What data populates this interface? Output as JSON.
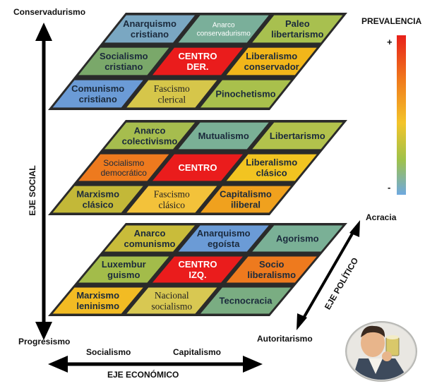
{
  "axes": {
    "top_left": "Conservadurismo",
    "bottom_left": "Progresismo",
    "social_axis": "EJE SOCIAL",
    "economic_left": "Socialismo",
    "economic_right": "Capitalismo",
    "economic_axis": "EJE ECONÓMICO",
    "political_top": "Acracia",
    "political_bottom": "Autoritarismo",
    "political_axis": "EJE POLÍTICO"
  },
  "legend": {
    "title": "PREVALENCIA",
    "plus": "+",
    "minus": "-",
    "colors": [
      "#e8201a",
      "#f07a1c",
      "#f3c42a",
      "#9fc24a",
      "#6fa9e0"
    ]
  },
  "layers": [
    {
      "rows": [
        [
          {
            "lines": [
              "Anarquismo",
              "cristiano"
            ],
            "color": "#7aa7c2"
          },
          {
            "lines": [
              "Anarco",
              "conservadurismo"
            ],
            "color": "#7aaf9a",
            "style": "small-white"
          },
          {
            "lines": [
              "Paleo",
              "libertarismo"
            ],
            "color": "#a8c04f"
          }
        ],
        [
          {
            "lines": [
              "Socialismo",
              "cristiano"
            ],
            "color": "#7aa86a"
          },
          {
            "lines": [
              "CENTRO",
              "DER."
            ],
            "color": "#ea1c1c",
            "style": "white"
          },
          {
            "lines": [
              "Liberalismo",
              "conservador"
            ],
            "color": "#f2b61a"
          }
        ],
        [
          {
            "lines": [
              "Comunismo",
              "cristiano"
            ],
            "color": "#6b9bd6"
          },
          {
            "lines": [
              "Fascismo",
              "clerical"
            ],
            "color": "#d6c64a",
            "style": "serif"
          },
          {
            "lines": [
              "Pinochetismo"
            ],
            "color": "#a9c04c"
          }
        ]
      ]
    },
    {
      "rows": [
        [
          {
            "lines": [
              "Anarco",
              "colectivismo"
            ],
            "color": "#a6bd4e"
          },
          {
            "lines": [
              "Mutualismo"
            ],
            "color": "#7ab096"
          },
          {
            "lines": [
              "Libertarismo"
            ],
            "color": "#b2c24c"
          }
        ],
        [
          {
            "lines": [
              "Socialismo",
              "democrático"
            ],
            "color": "#ee7a1e",
            "style": "normal"
          },
          {
            "lines": [
              "CENTRO"
            ],
            "color": "#ea1c1c",
            "style": "white"
          },
          {
            "lines": [
              "Liberalismo",
              "clásico"
            ],
            "color": "#f2c421"
          }
        ],
        [
          {
            "lines": [
              "Marxismo",
              "clásico"
            ],
            "color": "#c3b838"
          },
          {
            "lines": [
              "Fascismo",
              "clásico"
            ],
            "color": "#f3c23a",
            "style": "serif"
          },
          {
            "lines": [
              "Capitalismo",
              "iliberal"
            ],
            "color": "#f0a11e"
          }
        ]
      ]
    },
    {
      "rows": [
        [
          {
            "lines": [
              "Anarco",
              "comunismo"
            ],
            "color": "#c9bc3a"
          },
          {
            "lines": [
              "Anarquismo",
              "egoísta"
            ],
            "color": "#6b9bd6"
          },
          {
            "lines": [
              "Agorismo"
            ],
            "color": "#7ab096"
          }
        ],
        [
          {
            "lines": [
              "Luxembur",
              "guismo"
            ],
            "color": "#a3bc4a"
          },
          {
            "lines": [
              "CENTRO",
              "IZQ."
            ],
            "color": "#ea1c1c",
            "style": "white"
          },
          {
            "lines": [
              "Socio",
              "liberalismo"
            ],
            "color": "#ee7a1e"
          }
        ],
        [
          {
            "lines": [
              "Marxismo",
              "leninismo"
            ],
            "color": "#f2bb23"
          },
          {
            "lines": [
              "Nacional",
              "socialismo"
            ],
            "color": "#d8c852",
            "style": "serif"
          },
          {
            "lines": [
              "Tecnocracia"
            ],
            "color": "#7aad82"
          }
        ]
      ]
    }
  ]
}
